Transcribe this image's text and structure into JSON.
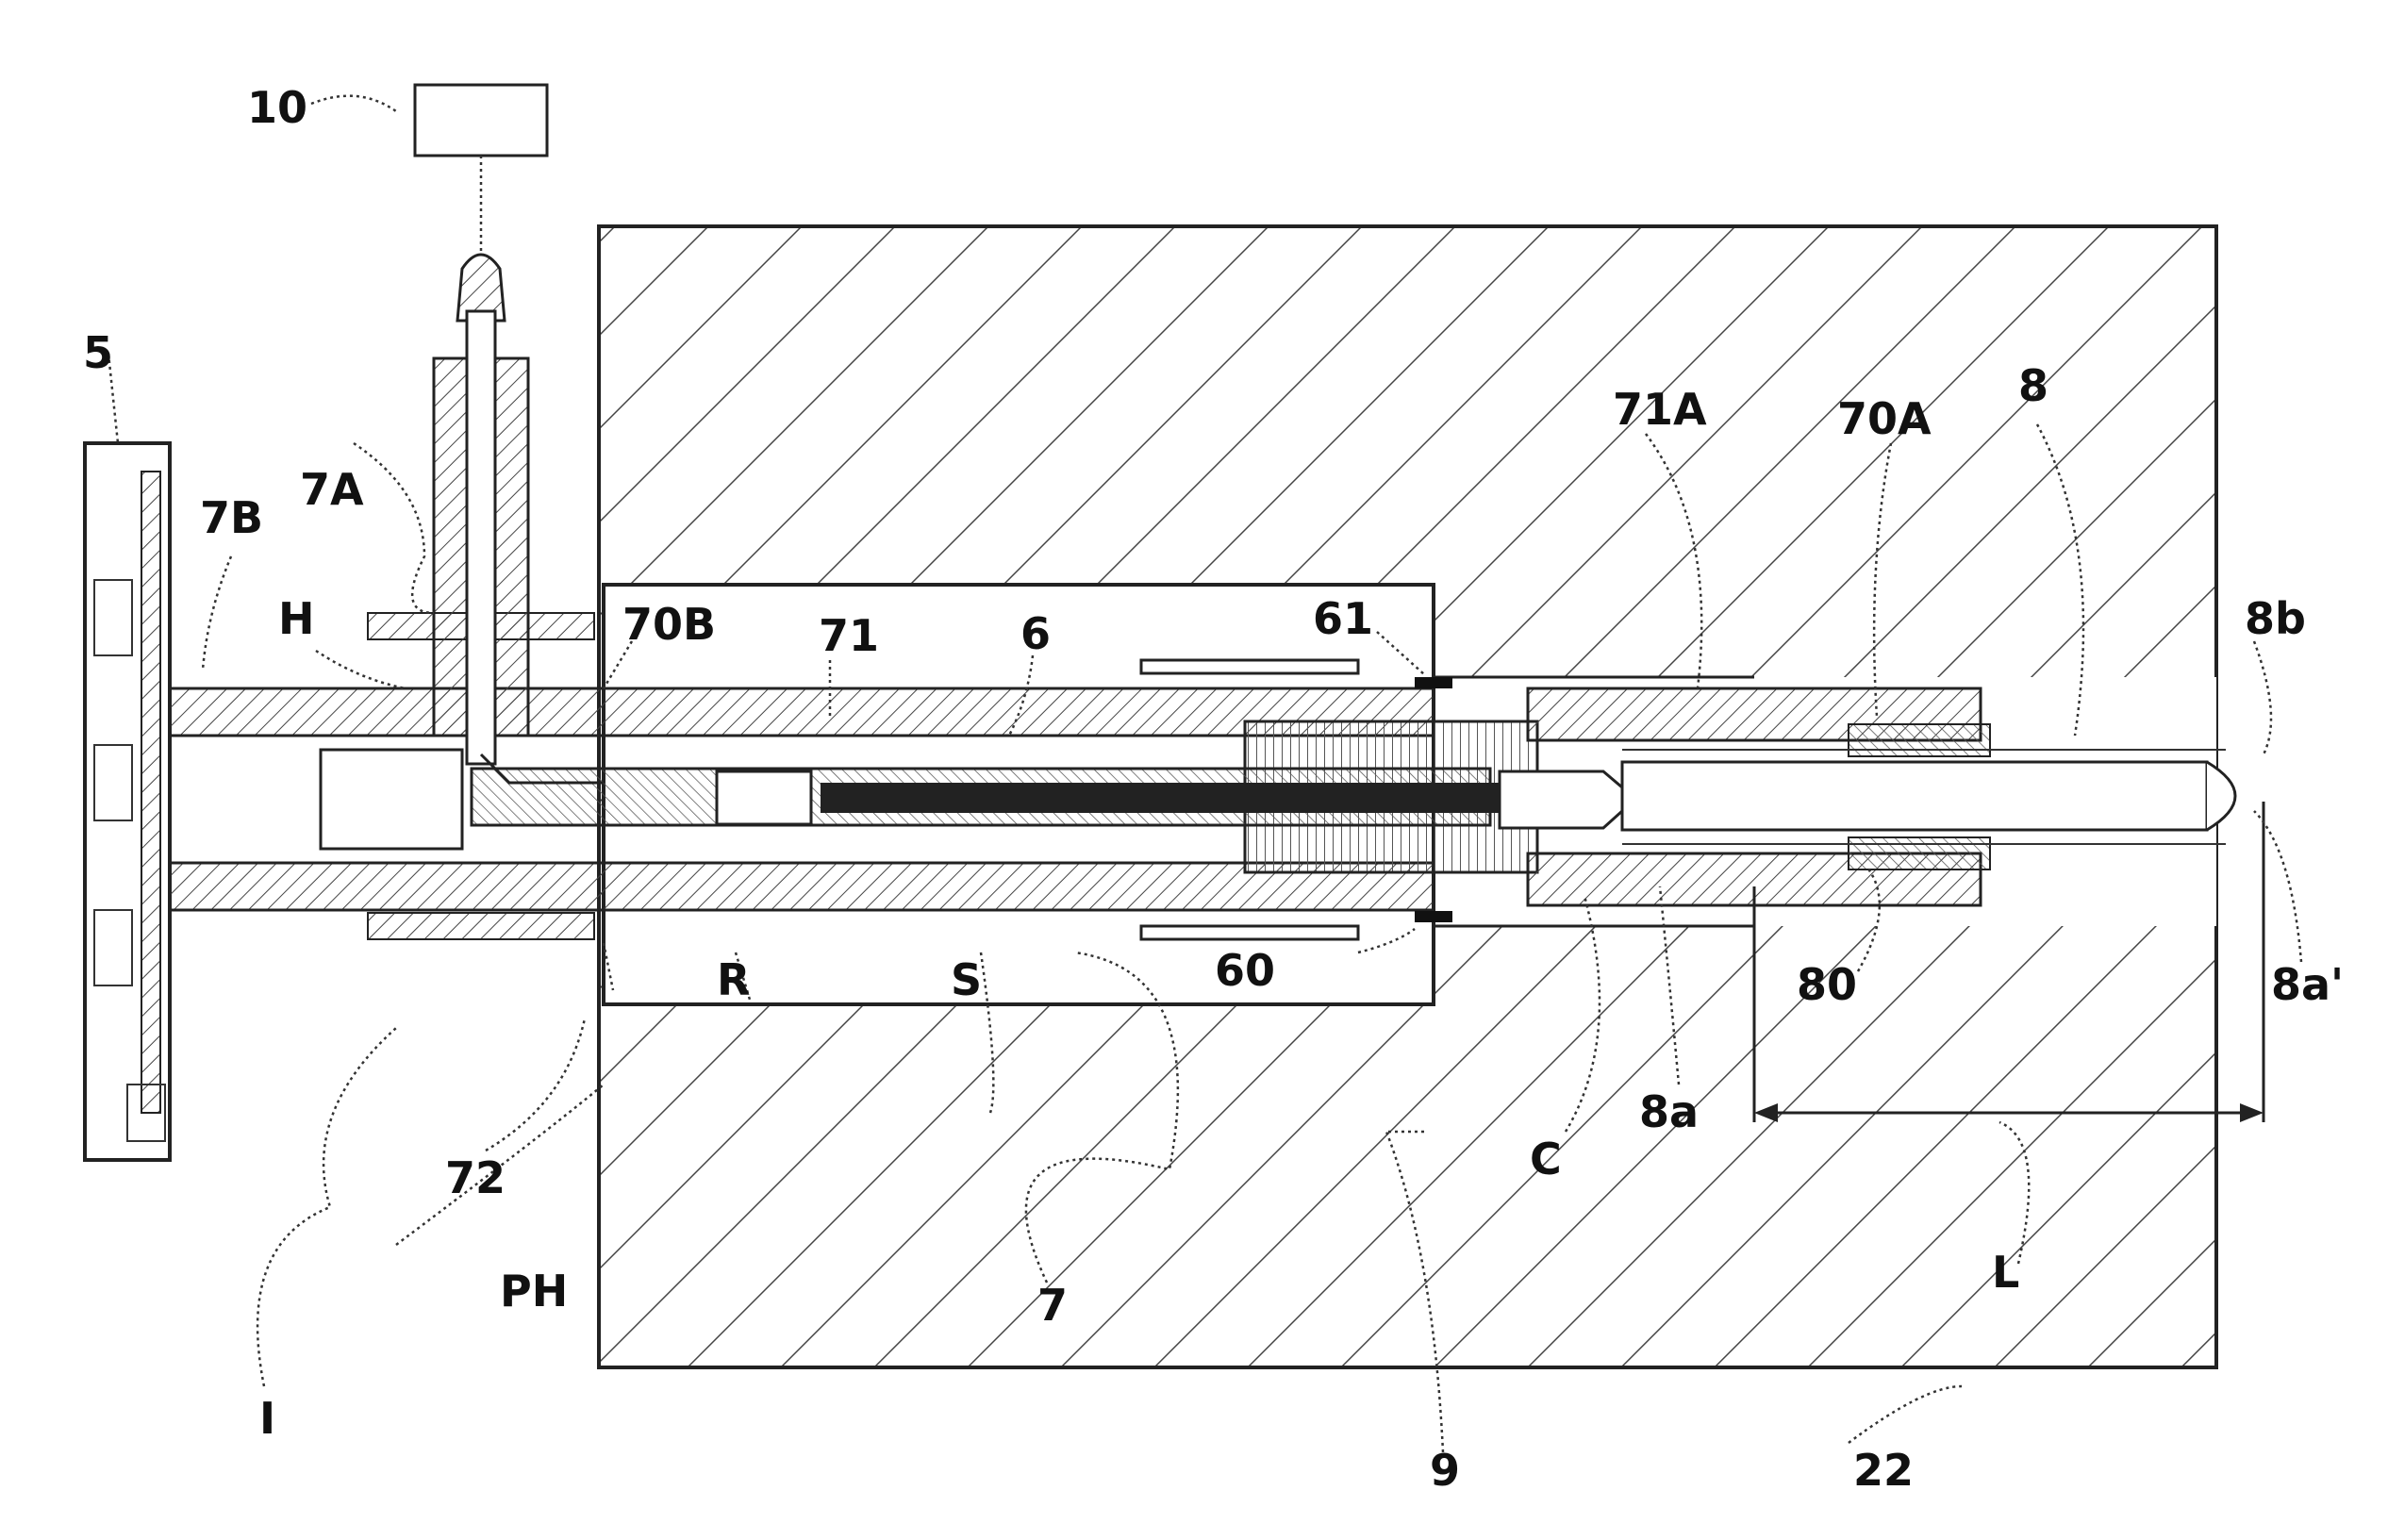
{
  "figure": {
    "labels": {
      "l10": "10",
      "l5": "5",
      "l7B": "7B",
      "l7A": "7A",
      "lH": "H",
      "l70B": "70B",
      "l71": "71",
      "l6": "6",
      "l61": "61",
      "l71A": "71A",
      "l70A": "70A",
      "l8": "8",
      "l8b": "8b",
      "l8a1": "8a'",
      "lR": "R",
      "lS": "S",
      "l60": "60",
      "l80": "80",
      "l72": "72",
      "lC": "C",
      "l8a": "8a",
      "lPH": "PH",
      "l7": "7",
      "lL": "L",
      "lI": "I",
      "l9": "9",
      "l22": "22"
    }
  }
}
